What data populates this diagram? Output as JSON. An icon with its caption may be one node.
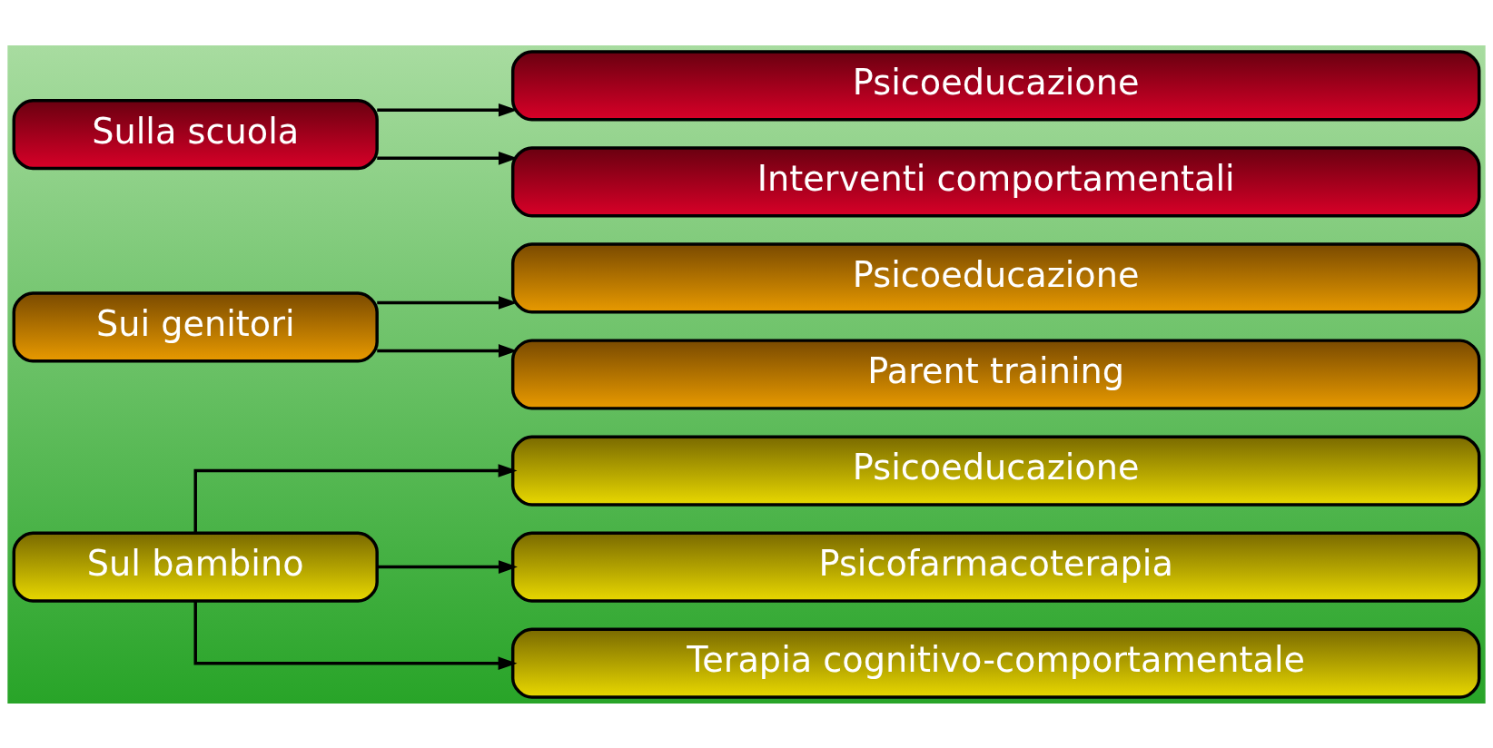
{
  "diagram": {
    "nodes": [
      {
        "text": [
          "Sul bambino"
        ]
      },
      {
        "text": [
          "Psicoeducazione"
        ]
      },
      {
        "text": [
          "Psicofarmacoterapia"
        ]
      },
      {
        "text": [
          "Terapia cognitivo-comportamentale"
        ]
      },
      {
        "text": [
          "Sui genitori"
        ]
      },
      {
        "text": [
          "Psicoeducazione"
        ]
      },
      {
        "text": [
          "Parent training"
        ]
      },
      {
        "text": [
          "Sulla scuola"
        ]
      },
      {
        "text": [
          "Psicoeducazione"
        ]
      },
      {
        "text": [
          "Interventi comportamentali"
        ]
      }
    ],
    "edges": [
      {
        "from": 0,
        "to": 1,
        "arrow": "to"
      },
      {
        "from": 0,
        "to": 2,
        "arrow": "to"
      },
      {
        "from": 0,
        "to": 3,
        "arrow": "to"
      },
      {
        "from": 4,
        "to": 5,
        "arrow": "to"
      },
      {
        "from": 4,
        "to": 6,
        "arrow": "to"
      },
      {
        "from": 7,
        "to": 8,
        "arrow": "to"
      },
      {
        "from": 7,
        "to": 9,
        "arrow": "to"
      }
    ]
  }
}
